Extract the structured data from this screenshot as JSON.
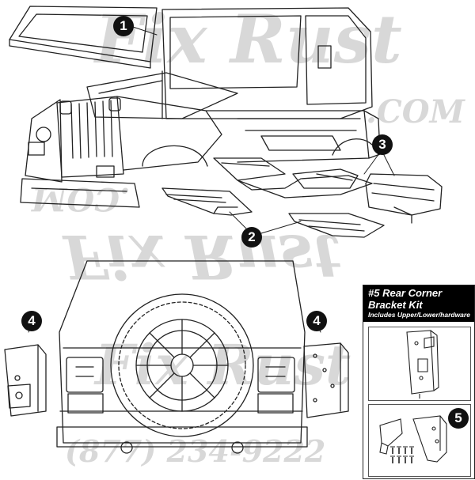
{
  "callouts": [
    "1",
    "2",
    "3",
    "4",
    "4",
    "5"
  ],
  "kit_panel": {
    "title": "#5 Rear Corner Bracket Kit",
    "subtitle": "Includes Upper/Lower/hardware"
  },
  "watermark": {
    "brand_text": "Fix Rust",
    "domain_text": ".COM",
    "phone": "(877) 234-9222"
  },
  "colors": {
    "line": "#222222",
    "watermark": "#b9b9b9",
    "callout_fill": "#111111",
    "panel_header": "#000000"
  }
}
